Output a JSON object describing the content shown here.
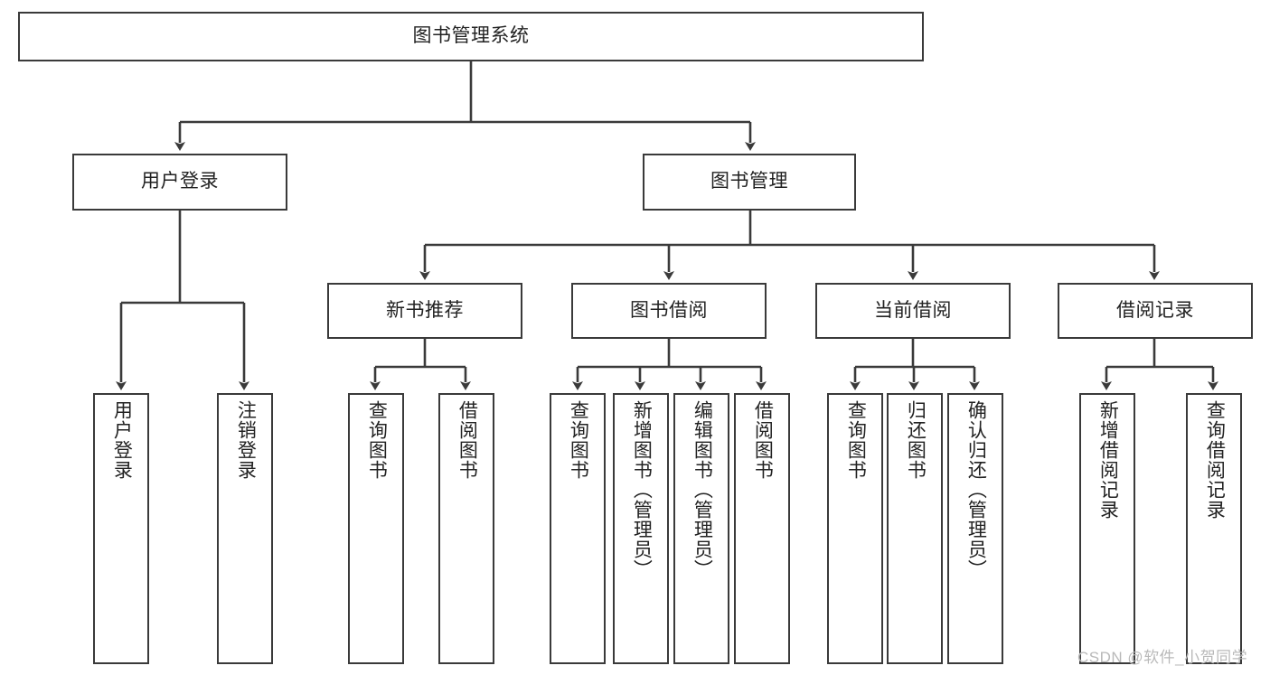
{
  "diagram": {
    "title": "图书管理系统",
    "type": "hierarchy-tree",
    "root": {
      "id": "root",
      "label": "图书管理系统",
      "orientation": "horizontal"
    },
    "level2": [
      {
        "id": "user-login",
        "label": "用户登录",
        "orientation": "horizontal"
      },
      {
        "id": "book-manage",
        "label": "图书管理",
        "orientation": "horizontal"
      }
    ],
    "level3": [
      {
        "id": "new-book-recommend",
        "label": "新书推荐",
        "orientation": "horizontal",
        "parent": "book-manage"
      },
      {
        "id": "book-borrow",
        "label": "图书借阅",
        "orientation": "horizontal",
        "parent": "book-manage"
      },
      {
        "id": "current-borrow",
        "label": "当前借阅",
        "orientation": "horizontal",
        "parent": "book-manage"
      },
      {
        "id": "borrow-record",
        "label": "借阅记录",
        "orientation": "horizontal",
        "parent": "book-manage"
      }
    ],
    "leaves": [
      {
        "id": "leaf-user-login",
        "label": "用户登录",
        "parent": "user-login"
      },
      {
        "id": "leaf-logout-login",
        "label": "注销登录",
        "parent": "user-login"
      },
      {
        "id": "leaf-query-book-1",
        "label": "查询图书",
        "parent": "new-book-recommend"
      },
      {
        "id": "leaf-borrow-book-1",
        "label": "借阅图书",
        "parent": "new-book-recommend"
      },
      {
        "id": "leaf-query-book-2",
        "label": "查询图书",
        "parent": "book-borrow"
      },
      {
        "id": "leaf-add-book",
        "label": "新增图书（管理员）",
        "parent": "book-borrow"
      },
      {
        "id": "leaf-edit-book",
        "label": "编辑图书（管理员）",
        "parent": "book-borrow"
      },
      {
        "id": "leaf-borrow-book-2",
        "label": "借阅图书",
        "parent": "book-borrow"
      },
      {
        "id": "leaf-query-book-3",
        "label": "查询图书",
        "parent": "current-borrow"
      },
      {
        "id": "leaf-return-book",
        "label": "归还图书",
        "parent": "current-borrow"
      },
      {
        "id": "leaf-confirm-return",
        "label": "确认归还（管理员）",
        "parent": "current-borrow"
      },
      {
        "id": "leaf-add-record",
        "label": "新增借阅记录",
        "parent": "borrow-record"
      },
      {
        "id": "leaf-query-record",
        "label": "查询借阅记录",
        "parent": "borrow-record"
      }
    ],
    "watermark": "CSDN @软件_小贺同学",
    "colors": {
      "stroke": "#3a3a3a",
      "text": "#222222",
      "background": "#ffffff",
      "watermark": "#b9b9b9"
    }
  }
}
